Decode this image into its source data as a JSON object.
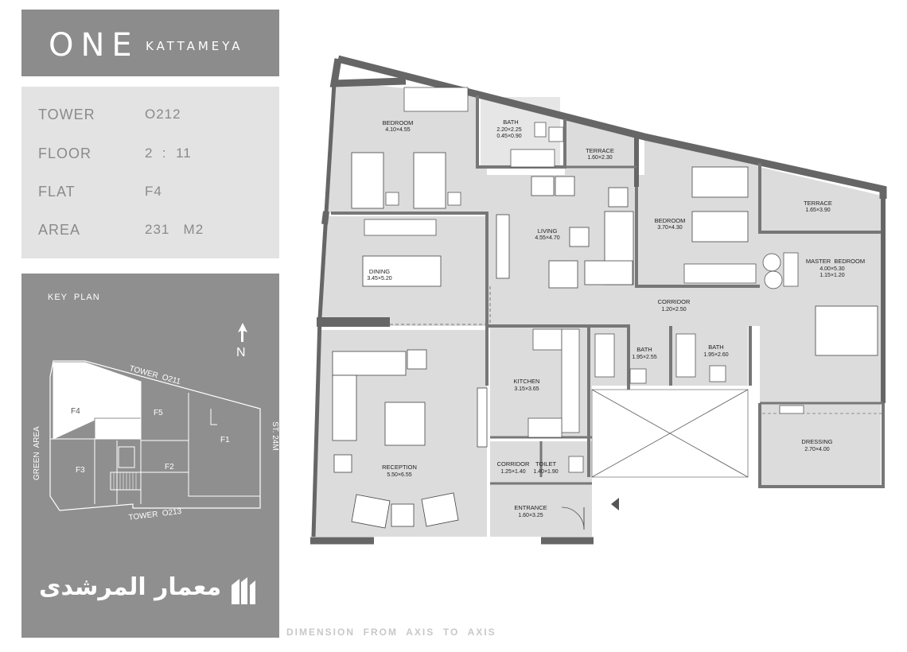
{
  "brand": {
    "name": "ONE",
    "subname": "KATTAMEYA"
  },
  "info": [
    {
      "label": "TOWER",
      "value": "O212"
    },
    {
      "label": "FLOOR",
      "value": "2  :  11"
    },
    {
      "label": "FLAT",
      "value": "F4"
    },
    {
      "label": "AREA",
      "value": "231   M2"
    }
  ],
  "key_plan": {
    "title": "KEY  PLAN",
    "north": "N",
    "tower_top": "TOWER  O211",
    "tower_bottom": "TOWER  O213",
    "street": "ST. 24M",
    "green": "GREEN  AREA",
    "flats": [
      "F4",
      "F5",
      "F1",
      "F3",
      "F2"
    ]
  },
  "logo_text": "معمار المرشدى",
  "footnote": "DIMENSION  FROM  AXIS  TO  AXIS",
  "rooms": {
    "bedroom1": {
      "name": "BEDROOM",
      "dim": "4.10×4.55"
    },
    "bath1": {
      "name": "BATH",
      "dim": "2.20×2.25",
      "dim2": "0.45×0.90"
    },
    "terrace1": {
      "name": "TERRACE",
      "dim": "1.60×2.30"
    },
    "bedroom2": {
      "name": "BEDROOM",
      "dim": "3.70×4.30"
    },
    "terrace2": {
      "name": "TERRACE",
      "dim": "1.65×3.90"
    },
    "master": {
      "name": "MASTER  BEDROOM",
      "dim": "4.00×5.30",
      "dim2": "1.15×1.20"
    },
    "living": {
      "name": "LIVING",
      "dim": "4.55×4.70"
    },
    "dining": {
      "name": "DINING",
      "dim": "3.45×5.20"
    },
    "corridor1": {
      "name": "CORRIDOR",
      "dim": "1.20×2.50"
    },
    "bath2": {
      "name": "BATH",
      "dim": "1.95×2.55"
    },
    "bath3": {
      "name": "BATH",
      "dim": "1.95×2.60"
    },
    "kitchen": {
      "name": "KITCHEN",
      "dim": "3.15×3.65"
    },
    "reception": {
      "name": "RECEPTION",
      "dim": "5.50×6.55"
    },
    "corridor2": {
      "name": "CORRIDOR",
      "dim": "1.25×1.40"
    },
    "toilet": {
      "name": "TOILET",
      "dim": "1.40×1.90"
    },
    "entrance": {
      "name": "ENTRANCE",
      "dim": "1.60×3.25"
    },
    "dressing": {
      "name": "DRESSING",
      "dim": "2.70×4.00"
    }
  }
}
